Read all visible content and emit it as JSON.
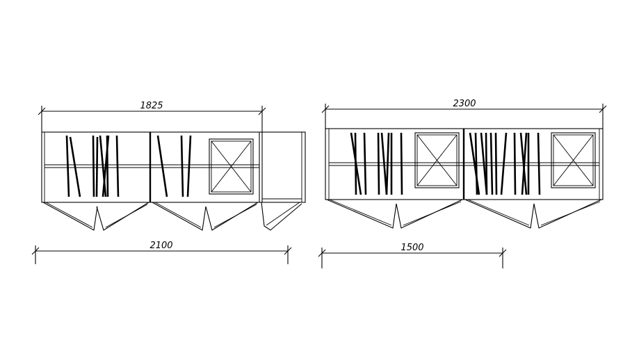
{
  "dimensions": {
    "left_top": "1825",
    "left_bottom": "2100",
    "right_top": "2300",
    "right_bottom": "1500"
  }
}
